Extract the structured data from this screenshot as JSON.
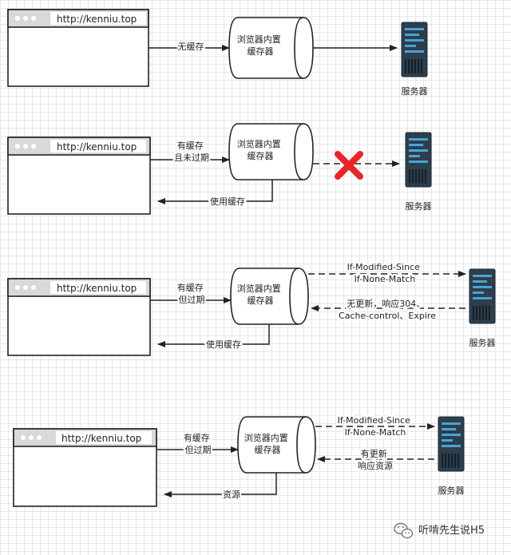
{
  "scenarios": [
    {
      "url": "http://kenniu.top",
      "request_label": [
        "无缓存"
      ],
      "cache_label": [
        "浏览器内置",
        "缓存器"
      ],
      "server_caption": "服务器"
    },
    {
      "url": "http://kenniu.top",
      "request_label": [
        "有缓存",
        "且未过期"
      ],
      "cache_label": [
        "浏览器内置",
        "缓存器"
      ],
      "server_caption": "服务器",
      "return_label": "使用缓存"
    },
    {
      "url": "http://kenniu.top",
      "request_label": [
        "有缓存",
        "但过期"
      ],
      "cache_label": [
        "浏览器内置",
        "缓存器"
      ],
      "server_caption": "服务器",
      "return_label": "使用缓存",
      "server_request_label": [
        "If-Modified-Since",
        "If-None-Match"
      ],
      "server_response_label": [
        "无更新，响应304、",
        "Cache-control、Expire"
      ]
    },
    {
      "url": "http://kenniu.top",
      "request_label": [
        "有缓存",
        "但过期"
      ],
      "cache_label": [
        "浏览器内置",
        "缓存器"
      ],
      "server_caption": "服务器",
      "return_label": "资源",
      "server_request_label": [
        "If-Modified-Since",
        "If-None-Match"
      ],
      "server_response_label": [
        "有更新",
        "响应资源"
      ]
    }
  ],
  "watermark": {
    "text": "听啃先生说H5",
    "icon": "wechat-icon"
  },
  "colors": {
    "line": "#222222",
    "blocked": "#e8262a",
    "server": "#2d3e4c",
    "server_accent": "#4aa3d6",
    "browser_bar": "#d9d9d9"
  }
}
